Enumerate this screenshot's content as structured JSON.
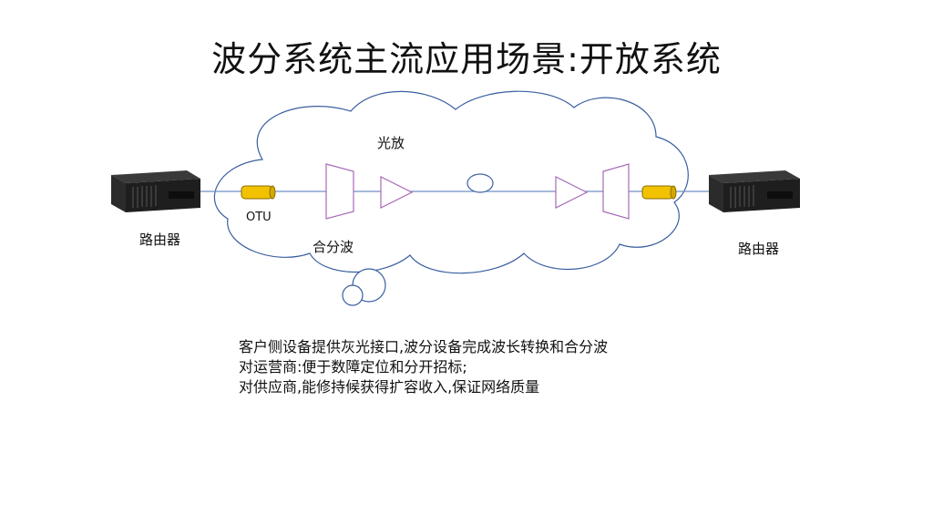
{
  "title": "波分系统主流应用场景:开放系统",
  "labels": {
    "amplifier": "光放",
    "otu": "OTU",
    "muxdemux": "合分波",
    "router_left": "路由器",
    "router_right": "路由器"
  },
  "description": [
    "客户侧设备提供灰光接口,波分设备完成波长转换和合分波",
    "对运营商:便于数障定位和分开招标;",
    "对供应商,能修持候获得扩容收入,保证网络质量"
  ],
  "colors": {
    "cloud_stroke": "#3a5fa0",
    "link_line": "#6f8fc4",
    "otu_fill": "#f2c200",
    "otu_stroke": "#8a6d00",
    "device_stroke": "#a86ab8"
  }
}
